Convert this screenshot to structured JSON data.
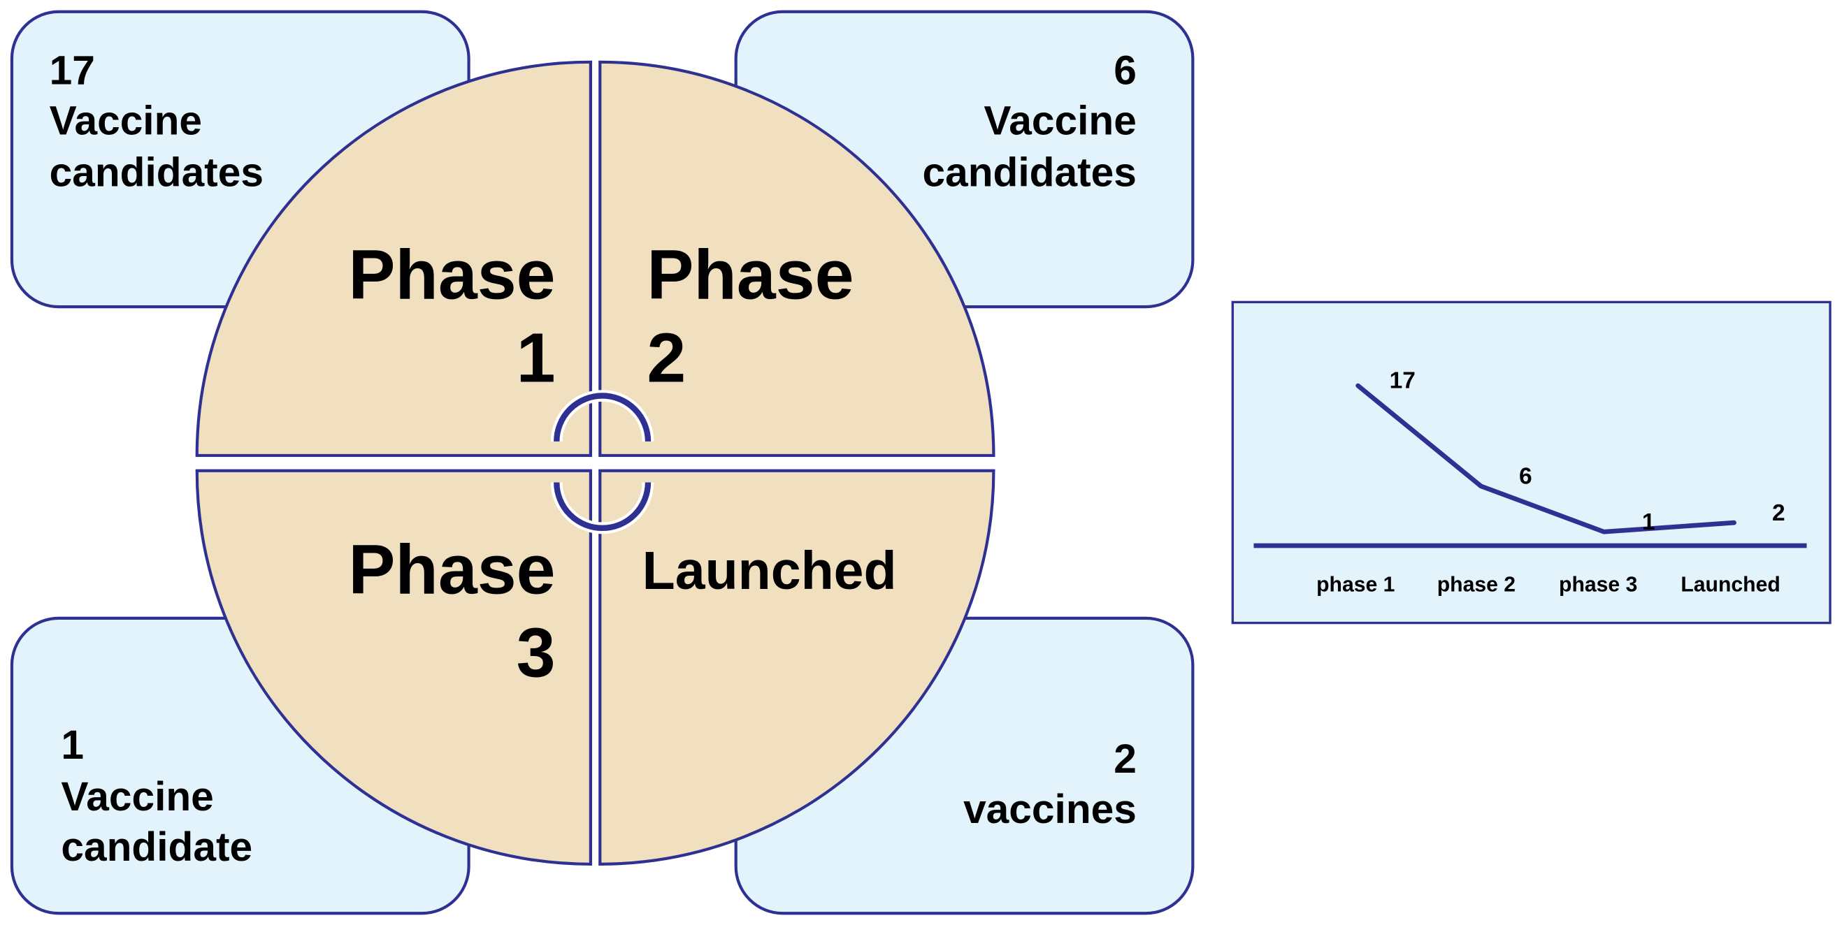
{
  "colors": {
    "outline": "#2e3192",
    "box_fill": "#e3f3fc",
    "quadrant_fill": "#f0e0c0"
  },
  "boxes": {
    "top_left": {
      "count": "17",
      "line1": "Vaccine",
      "line2": "candidates"
    },
    "top_right": {
      "count": "6",
      "line1": "Vaccine",
      "line2": "candidates"
    },
    "bottom_left": {
      "count": "1",
      "line1": "Vaccine",
      "line2": "candidate"
    },
    "bottom_right": {
      "count": "2",
      "line1": "vaccines"
    }
  },
  "quadrants": {
    "phase1": {
      "word": "Phase",
      "num": "1"
    },
    "phase2": {
      "word": "Phase",
      "num": "2"
    },
    "phase3": {
      "word": "Phase",
      "num": "3"
    },
    "launched": {
      "word": "Launched"
    }
  },
  "chart_data": {
    "type": "line",
    "categories": [
      "phase 1",
      "phase 2",
      "phase 3",
      "Launched"
    ],
    "values": [
      17,
      6,
      1,
      2
    ],
    "data_labels": [
      "17",
      "6",
      "1",
      "2"
    ],
    "title": "",
    "xlabel": "",
    "ylabel": "",
    "grid": false
  }
}
